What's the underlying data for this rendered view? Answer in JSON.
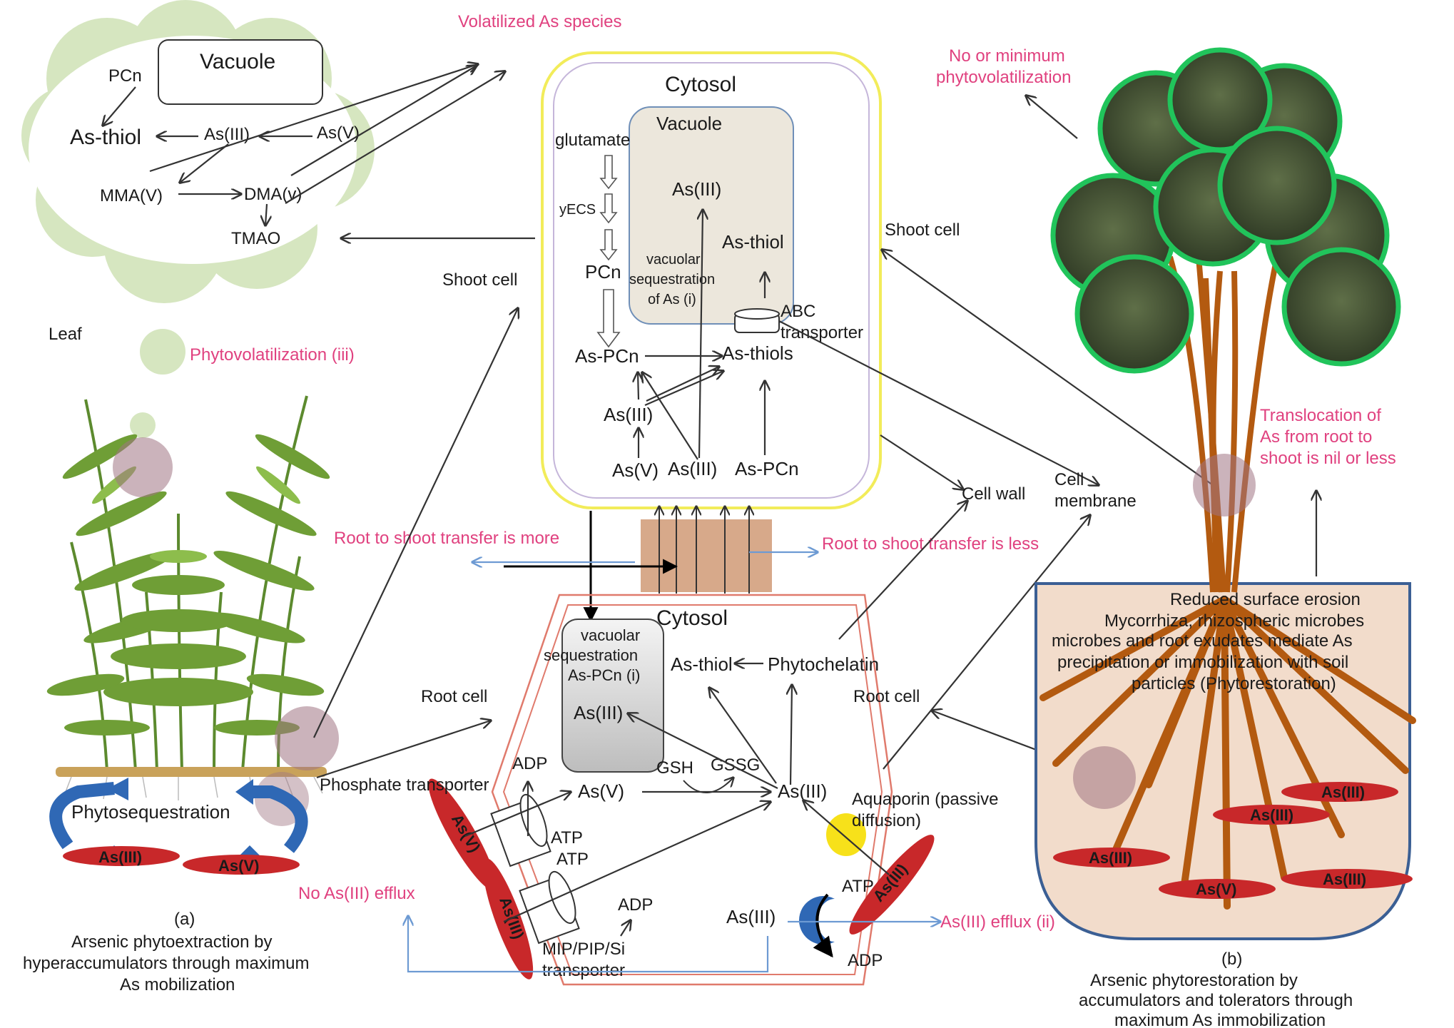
{
  "colors": {
    "pink_label": "#e0417f",
    "cloud": "#d6e6c0",
    "cytosol_top_border": "#f2ec5a",
    "vacuole_fill": "#ece7dc",
    "root_cell_border": "#e07a6c",
    "soil_fill": "#f2dccb",
    "soil_border": "#3b5f94",
    "root_brown": "#b35a10",
    "as_pill": "#c8282a",
    "crown_dark": "#4a5a3a",
    "crown_edge": "#21c45b",
    "transfer_block": "#d7a98a",
    "aquaporin": "#f7e11a",
    "transporter_arrow": "#2f68b5",
    "efflux_line": "#8aaedb"
  },
  "cloud": {
    "vacuole": "Vacuole",
    "pcn": "PCn",
    "as_thiol": "As-thiol",
    "as_iii": "As(III)",
    "as_v": "As(V)",
    "mma": "MMA(V)",
    "dma": "DMA(v)",
    "tmao": "TMAO"
  },
  "labels": {
    "volatilized": "Volatilized As species",
    "leaf": "Leaf",
    "phytovolatilization": "Phytovolatilization (iii)",
    "shoot_cell_left": "Shoot cell",
    "shoot_cell_right": "Shoot cell",
    "root_to_shoot_more": "Root to shoot transfer is more",
    "root_to_shoot_less": "Root to shoot transfer is less",
    "cell_wall": "Cell wall",
    "cell_membrane": "Cell membrane",
    "no_min_phyto": "No or minimum phytovolatilization",
    "translocation": "Translocation of As from root to shoot is nil or less",
    "root_cell_left": "Root cell",
    "root_cell_right": "Root cell",
    "phosphate_transporter": "Phosphate transporter",
    "phytosequestration": "Phytosequestration",
    "no_efflux": "No As(III) efflux",
    "efflux": "As(III) efflux (ii)",
    "aquaporin": "Aquaporin (passive diffusion)",
    "caption_a_letter": "(a)",
    "caption_a": "Arsenic phytoextraction by hyperaccumulators through maximum As mobilization",
    "caption_b_letter": "(b)",
    "caption_b": "Arsenic phytorestoration by accumulators and tolerators through maximum As immobilization"
  },
  "shoot": {
    "cytosol": "Cytosol",
    "vacuole": "Vacuole",
    "glutamate": "glutamate",
    "yecs": "yECS",
    "pcn": "PCn",
    "vac_seq": "vacuolar sequestration of As (i)",
    "as_iii_vac": "As(III)",
    "as_thiol_vac": "As-thiol",
    "abc": "ABC transporter",
    "as_pcn": "As-PCn",
    "as_thiols": "As-thiols",
    "as_iii_mid": "As(III)",
    "as_v_bot": "As(V)",
    "as_iii_bot": "As(III)",
    "as_pcn_bot": "As-PCn"
  },
  "root": {
    "cytosol": "Cytosol",
    "vac_seq": "vacuolar sequestration As-PCn (i)",
    "as_iii_vac": "As(III)",
    "as_thiol": "As-thiol",
    "phytochelatin": "Phytochelatin",
    "gsh": "GSH",
    "gssg": "GSSG",
    "adp_top": "ADP",
    "as_v": "As(V)",
    "as_iii": "As(III)",
    "atp1": "ATP",
    "atp2": "ATP",
    "adp_mid": "ADP",
    "mip": "MIP/PIP/Si transporter",
    "as_iii_low": "As(III)",
    "atp3": "ATP",
    "adp_low": "ADP"
  },
  "soil_text": "Reduced surface erosion Mycorrhiza, rhizospheric microbes microbes and root exudates mediate As precipitation or immobilization with soil particles (Phytorestoration)",
  "pills": {
    "left_1": "As(III)",
    "left_2": "As(V)",
    "root_1": "As(V)",
    "root_2": "As(III)",
    "root_3": "As(III)",
    "soil_1": "As(III)",
    "soil_2": "As(III)",
    "soil_3": "As(III)",
    "soil_4": "As(V)",
    "soil_5": "As(III)"
  }
}
